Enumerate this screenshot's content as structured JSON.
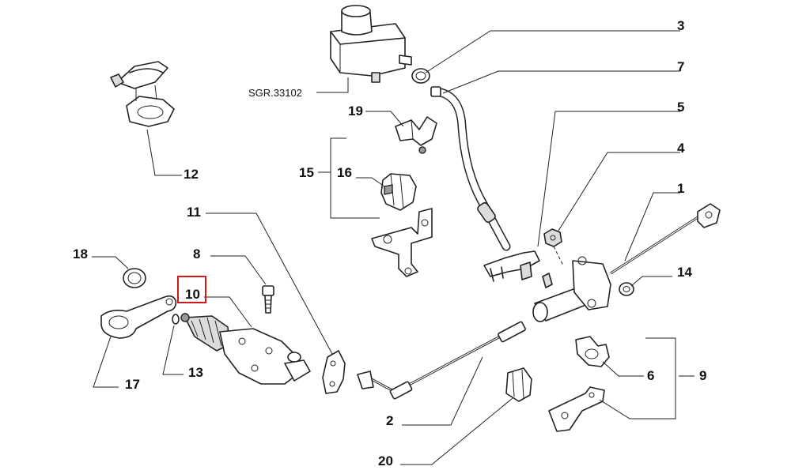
{
  "diagram": {
    "reference_code": "SGR.33102",
    "highlighted_label": "10",
    "highlight_color": "#d01818",
    "labels": [
      {
        "id": "1",
        "text": "1"
      },
      {
        "id": "2",
        "text": "2"
      },
      {
        "id": "3",
        "text": "3"
      },
      {
        "id": "4",
        "text": "4"
      },
      {
        "id": "5",
        "text": "5"
      },
      {
        "id": "6",
        "text": "6"
      },
      {
        "id": "7",
        "text": "7"
      },
      {
        "id": "8",
        "text": "8"
      },
      {
        "id": "9",
        "text": "9"
      },
      {
        "id": "10",
        "text": "10"
      },
      {
        "id": "11",
        "text": "11"
      },
      {
        "id": "12",
        "text": "12"
      },
      {
        "id": "13",
        "text": "13"
      },
      {
        "id": "14",
        "text": "14"
      },
      {
        "id": "15",
        "text": "15"
      },
      {
        "id": "16",
        "text": "16"
      },
      {
        "id": "17",
        "text": "17"
      },
      {
        "id": "18",
        "text": "18"
      },
      {
        "id": "19",
        "text": "19"
      },
      {
        "id": "20",
        "text": "20"
      }
    ]
  }
}
